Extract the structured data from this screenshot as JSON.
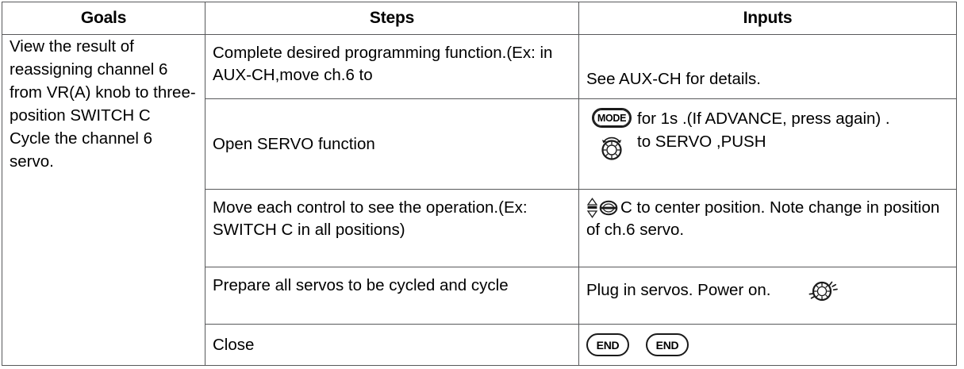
{
  "table": {
    "headers": [
      "Goals",
      "Steps",
      "Inputs"
    ],
    "goals_cell": "View the result of reassigning channel 6 from VR(A) knob to three-position SWITCH C\nCycle the channel 6 servo.",
    "rows": [
      {
        "steps": "Complete desired programming function.(Ex: in AUX-CH,move ch.6 to",
        "inputs_text": "See AUX-CH for details.",
        "icons": []
      },
      {
        "steps": "Open SERVO function",
        "inputs_text": "for 1s .(If ADVANCE, press again) .\nto SERVO    ,PUSH",
        "icons": [
          "mode-button-icon",
          "rotary-knob-icon"
        ]
      },
      {
        "steps": "Move each control to see the operation.(Ex: SWITCH C in all positions)",
        "inputs_text": "C to center position. Note change in position of ch.6 servo.",
        "icons": [
          "up-down-switch-icon",
          "three-position-switch-icon"
        ]
      },
      {
        "steps": "Prepare all servos to be cycled and cycle",
        "inputs_text": "Plug in servos. Power on.",
        "icons": [
          "power-knob-icon"
        ]
      },
      {
        "steps": "Close",
        "inputs_text": "",
        "icons": [
          "end-button-icon",
          "end-button-icon"
        ]
      }
    ],
    "button_labels": {
      "mode": "MODE",
      "end": "END"
    },
    "colors": {
      "border": "#58595b",
      "text": "#000000",
      "icon_stroke": "#1a1a1a",
      "background": "#ffffff"
    }
  }
}
